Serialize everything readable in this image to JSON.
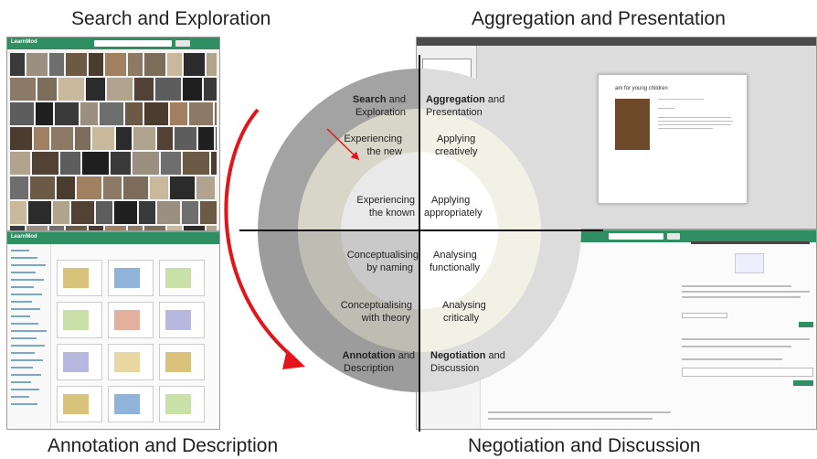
{
  "titles": {
    "top_left": "Search and Exploration",
    "top_right": "Aggregation and Presentation",
    "bottom_left": "Annotation and Description",
    "bottom_right": "Negotiation and Discussion"
  },
  "diagram": {
    "outer": {
      "top_left_bold": "Search",
      "top_left_rest": " and",
      "top_left_line2": "Exploration",
      "top_right_bold": "Aggregation",
      "top_right_rest": " and",
      "top_right_line2": "Presentation",
      "bottom_left_bold": "Annotation",
      "bottom_left_rest": " and",
      "bottom_left_line2": "Description",
      "bottom_right_bold": "Negotiation",
      "bottom_right_rest": " and",
      "bottom_right_line2": "Discussion"
    },
    "middle": {
      "tl_1": "Experiencing",
      "tl_2": "the new",
      "tr_1": "Applying",
      "tr_2": "creatively",
      "bl_1": "Conceptualising",
      "bl_2": "with theory",
      "br_1": "Analysing",
      "br_2": "critically"
    },
    "inner": {
      "tl_1": "Experiencing",
      "tl_2": "the known",
      "tr_1": "Applying",
      "tr_2": "appropriately",
      "bl_1": "Conceptualising",
      "bl_2": "by naming",
      "br_1": "Analysing",
      "br_2": "functionally"
    }
  },
  "screens": {
    "brand": "LearnMod",
    "slide_heading": "am for young children"
  },
  "colors": {
    "app_green": "#2f8f62",
    "arrow_red": "#e3151a"
  }
}
